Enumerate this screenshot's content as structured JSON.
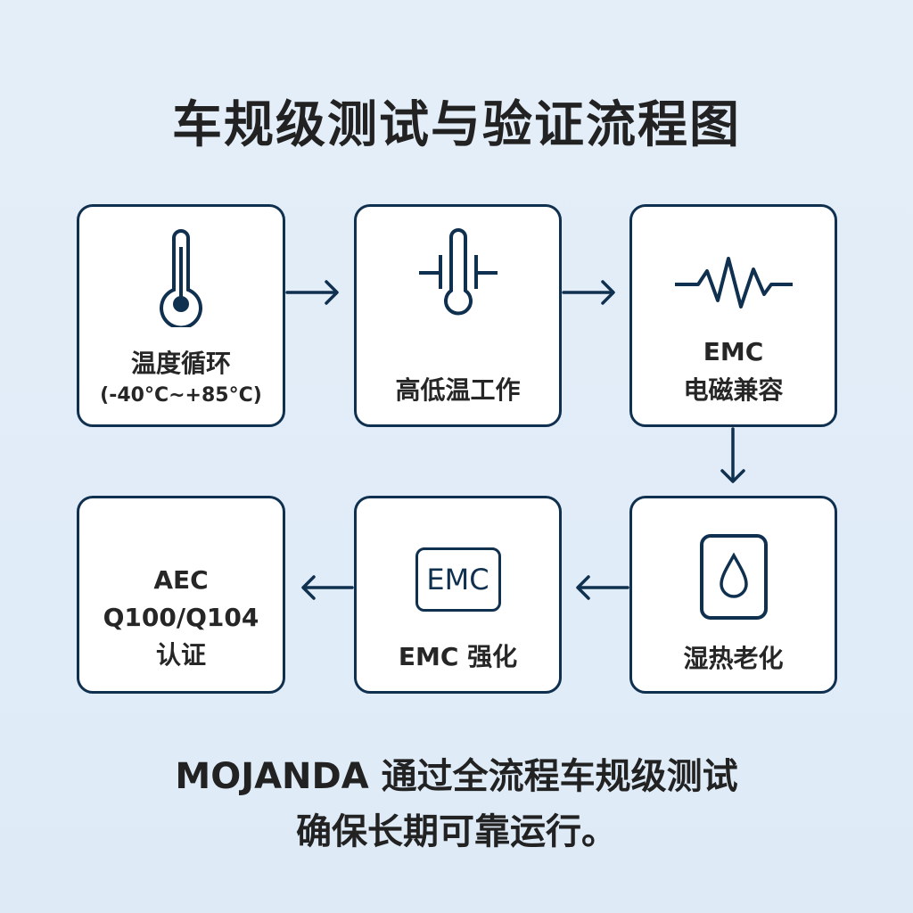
{
  "title": "车规级测试与验证流程图",
  "steps": [
    {
      "label": "温度循环",
      "sub": "(-40°C~+85°C)",
      "icon": "thermometer-icon"
    },
    {
      "label": "高低温工作",
      "icon": "thermometer-plates-icon"
    },
    {
      "label": "EMC",
      "sub": "电磁兼容",
      "icon": "waveform-icon"
    },
    {
      "label": "湿热老化",
      "icon": "water-drop-icon"
    },
    {
      "label": "EMC 强化",
      "icon_text": "EMC",
      "icon": "emc-badge-icon"
    },
    {
      "label": "AEC",
      "sub": "Q100/Q104",
      "sub2": "认证"
    }
  ],
  "footer": {
    "line1": "MOJANDA 通过全流程车规级测试",
    "line2": "确保长期可靠运行。"
  },
  "colors": {
    "stroke": "#10304f",
    "background": "#e2edf8"
  }
}
